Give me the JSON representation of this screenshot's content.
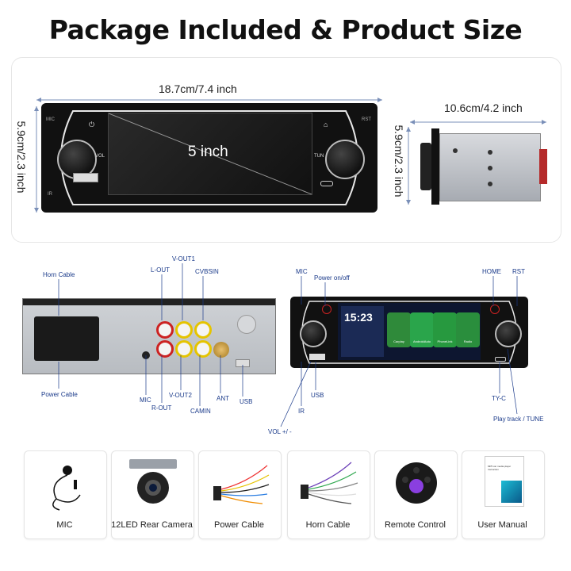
{
  "title": "Package Included & Product Size",
  "front": {
    "width_label": "18.7cm/7.4 inch",
    "height_label": "5.9cm/2.3 inch",
    "screen_label": "5 inch",
    "vol_label": "VOL",
    "tun_label": "TUN",
    "mic_label": "MIC",
    "rst_label": "RST",
    "ir_label": "IR"
  },
  "side": {
    "depth_label": "10.6cm/4.2 inch",
    "height_label": "5.9cm/2.3 inch"
  },
  "rear_labels": {
    "horn_cable": "Horn Cable",
    "power_cable": "Power Cable",
    "l_out": "L-OUT",
    "v_out1": "V-OUT1",
    "cvbsin": "CVBSIN",
    "mic": "MIC",
    "r_out": "R-OUT",
    "v_out2": "V-OUT2",
    "camin": "CAMIN",
    "ant": "ANT",
    "usb": "USB"
  },
  "front_labels": {
    "mic": "MIC",
    "power": "Power on/off",
    "home": "HOME",
    "rst": "RST",
    "usb": "USB",
    "ir": "IR",
    "vol": "VOL +/ -",
    "tyc": "TY-C",
    "play": "Play track / TUNE"
  },
  "screen_ui": {
    "time": "15:23",
    "apps": [
      "Carplay",
      "AndroidAuto",
      "PhoneLink",
      "Radio"
    ]
  },
  "accessories": [
    {
      "label": "MIC",
      "icon": "microphone-icon"
    },
    {
      "label": "12LED Rear Camera",
      "icon": "rear-camera-icon"
    },
    {
      "label": "Power Cable",
      "icon": "power-cable-icon"
    },
    {
      "label": "Horn Cable",
      "icon": "horn-cable-icon"
    },
    {
      "label": "Remote Control",
      "icon": "steering-remote-icon"
    },
    {
      "label": "User Manual",
      "icon": "user-manual-icon"
    }
  ],
  "manual_text": "MP5 car media player Instruction",
  "colors": {
    "label_blue": "#1a3a8a",
    "dim_line": "#7a8fb8",
    "device_black": "#111111"
  }
}
